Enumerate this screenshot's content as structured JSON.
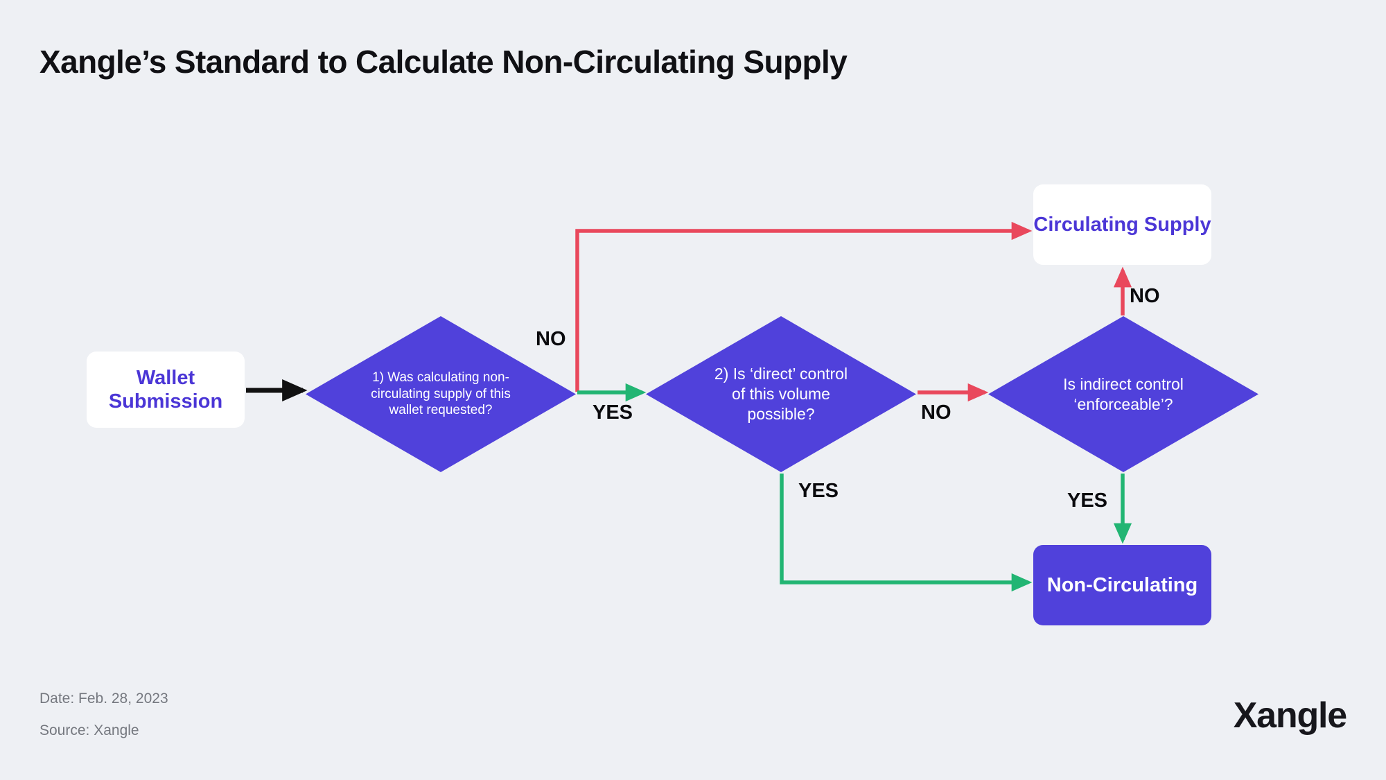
{
  "page": {
    "title": "Xangle’s Standard to Calculate Non-Circulating Supply",
    "background_color": "#eef0f4"
  },
  "colors": {
    "purple": "#5041db",
    "purple_text": "#4b36d6",
    "yes_green": "#22b573",
    "no_red": "#e9485c",
    "black_arrow": "#111111",
    "footer_gray": "#75787f"
  },
  "nodes": {
    "wallet_submission": {
      "label": "Wallet Submission",
      "shape": "rounded-rect",
      "fill": "#ffffff",
      "text_color": "#4b36d6"
    },
    "q1": {
      "label": "1) Was calculating non-circulating supply of this wallet requested?",
      "shape": "diamond",
      "fill": "#5041db",
      "text_color": "#ffffff"
    },
    "q2": {
      "label": "2) Is ‘direct’ control of this volume possible?",
      "shape": "diamond",
      "fill": "#5041db",
      "text_color": "#ffffff"
    },
    "q3": {
      "label": "Is indirect control ‘enforceable’?",
      "shape": "diamond",
      "fill": "#5041db",
      "text_color": "#ffffff"
    },
    "circulating_supply": {
      "label": "Circulating Supply",
      "shape": "rounded-rect",
      "fill": "#ffffff",
      "text_color": "#4b36d6"
    },
    "non_circulating": {
      "label": "Non-Circulating",
      "shape": "rounded-rect",
      "fill": "#5041db",
      "text_color": "#ffffff"
    }
  },
  "edges": {
    "start_to_q1": {
      "label": "",
      "color": "#111111"
    },
    "q1_no": {
      "label": "NO",
      "color": "#e9485c",
      "target": "circulating_supply"
    },
    "q1_yes": {
      "label": "YES",
      "color": "#22b573",
      "target": "q2"
    },
    "q2_no": {
      "label": "NO",
      "color": "#e9485c",
      "target": "q3"
    },
    "q2_yes": {
      "label": "YES",
      "color": "#22b573",
      "target": "non_circulating"
    },
    "q3_no": {
      "label": "NO",
      "color": "#e9485c",
      "target": "circulating_supply"
    },
    "q3_yes": {
      "label": "YES",
      "color": "#22b573",
      "target": "non_circulating"
    }
  },
  "footer": {
    "date": "Date: Feb. 28, 2023",
    "source": "Source: Xangle",
    "brand": "Xangle"
  }
}
